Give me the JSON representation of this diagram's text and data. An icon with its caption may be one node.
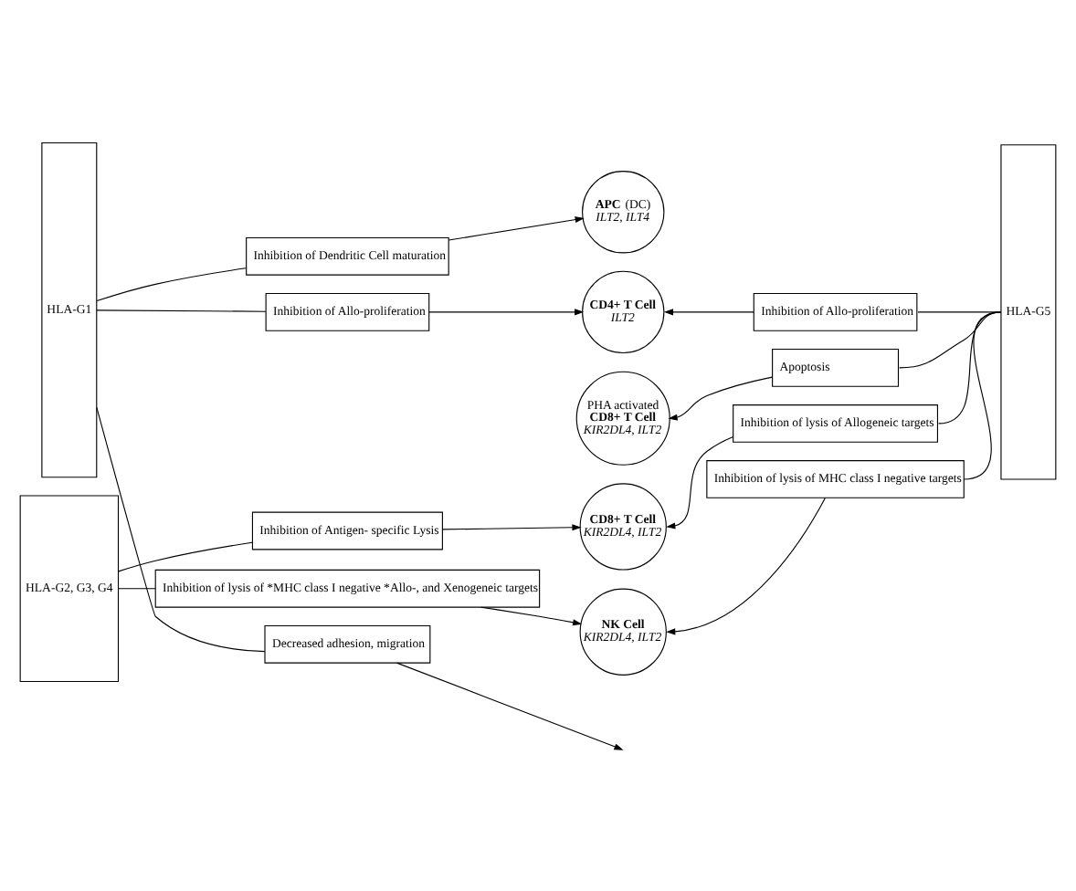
{
  "diagram": {
    "nodes": [
      {
        "text": [
          "HLA-G1"
        ]
      },
      {
        "text": [
          "Inhibition of Dendritic Cell maturation"
        ]
      },
      {
        "text": [
          "**APC** (DC)",
          "ILT2, ILT4"
        ]
      },
      {
        "text": [
          "HLA-G5"
        ]
      },
      {
        "text": [
          "Inhibition of Allo-proliferation"
        ]
      },
      {
        "text": [
          "CD4+ T Cell",
          "ILT2"
        ]
      },
      {
        "text": [
          "Inhibition of Allo-proliferation"
        ]
      },
      {
        "text": [
          "PHA activated",
          "CD8+ T Cell",
          "KIR2DL4, ILT2"
        ]
      },
      {
        "text": [
          "Apoptosis"
        ]
      },
      {
        "text": [
          "HLA-G2, G3, G4"
        ]
      },
      {
        "text": [
          "Inhibition of Antigen- specific Lysis"
        ]
      },
      {
        "text": [
          "CD8+ T Cell",
          "KIR2DL4, ILT2"
        ]
      },
      {
        "text": [
          "Inhibition of lysis of Allogeneic targets"
        ]
      },
      {
        "text": [
          "Inhibition of lysis of *MHC class I negative *Allo-, and Xenogeneic targets"
        ]
      },
      {
        "text": [
          "NK Cell",
          "KIR2DL4, ILT2"
        ]
      },
      {
        "text": [
          "Inhibition of lysis of MHC class I negative targets"
        ]
      },
      {
        "text": [
          "Decreased adhesion, migration"
        ]
      }
    ],
    "edges": [
      {
        "from": 0,
        "to": 1,
        "arrow": "none"
      },
      {
        "from": 1,
        "to": 2,
        "arrow": "to"
      },
      {
        "from": 0,
        "to": 4,
        "arrow": "none"
      },
      {
        "from": 4,
        "to": 5,
        "arrow": "to"
      },
      {
        "from": 3,
        "to": 6,
        "arrow": "none"
      },
      {
        "from": 6,
        "to": 5,
        "arrow": "to"
      },
      {
        "from": 3,
        "to": 8,
        "arrow": "none"
      },
      {
        "from": 8,
        "to": 7,
        "arrow": "to"
      },
      {
        "from": 9,
        "to": 10,
        "arrow": "none"
      },
      {
        "from": 10,
        "to": 11,
        "arrow": "to"
      },
      {
        "from": 3,
        "to": 12,
        "arrow": "none"
      },
      {
        "from": 12,
        "to": 11,
        "arrow": "to"
      },
      {
        "from": 9,
        "to": 13,
        "arrow": "none"
      },
      {
        "from": 13,
        "to": 14,
        "arrow": "to"
      },
      {
        "from": 3,
        "to": 15,
        "arrow": "none"
      },
      {
        "from": 15,
        "to": 14,
        "arrow": "to"
      },
      {
        "from": 0,
        "to": 16,
        "arrow": "none"
      },
      {
        "from": 16,
        "to": null,
        "arrow": "to"
      }
    ]
  }
}
